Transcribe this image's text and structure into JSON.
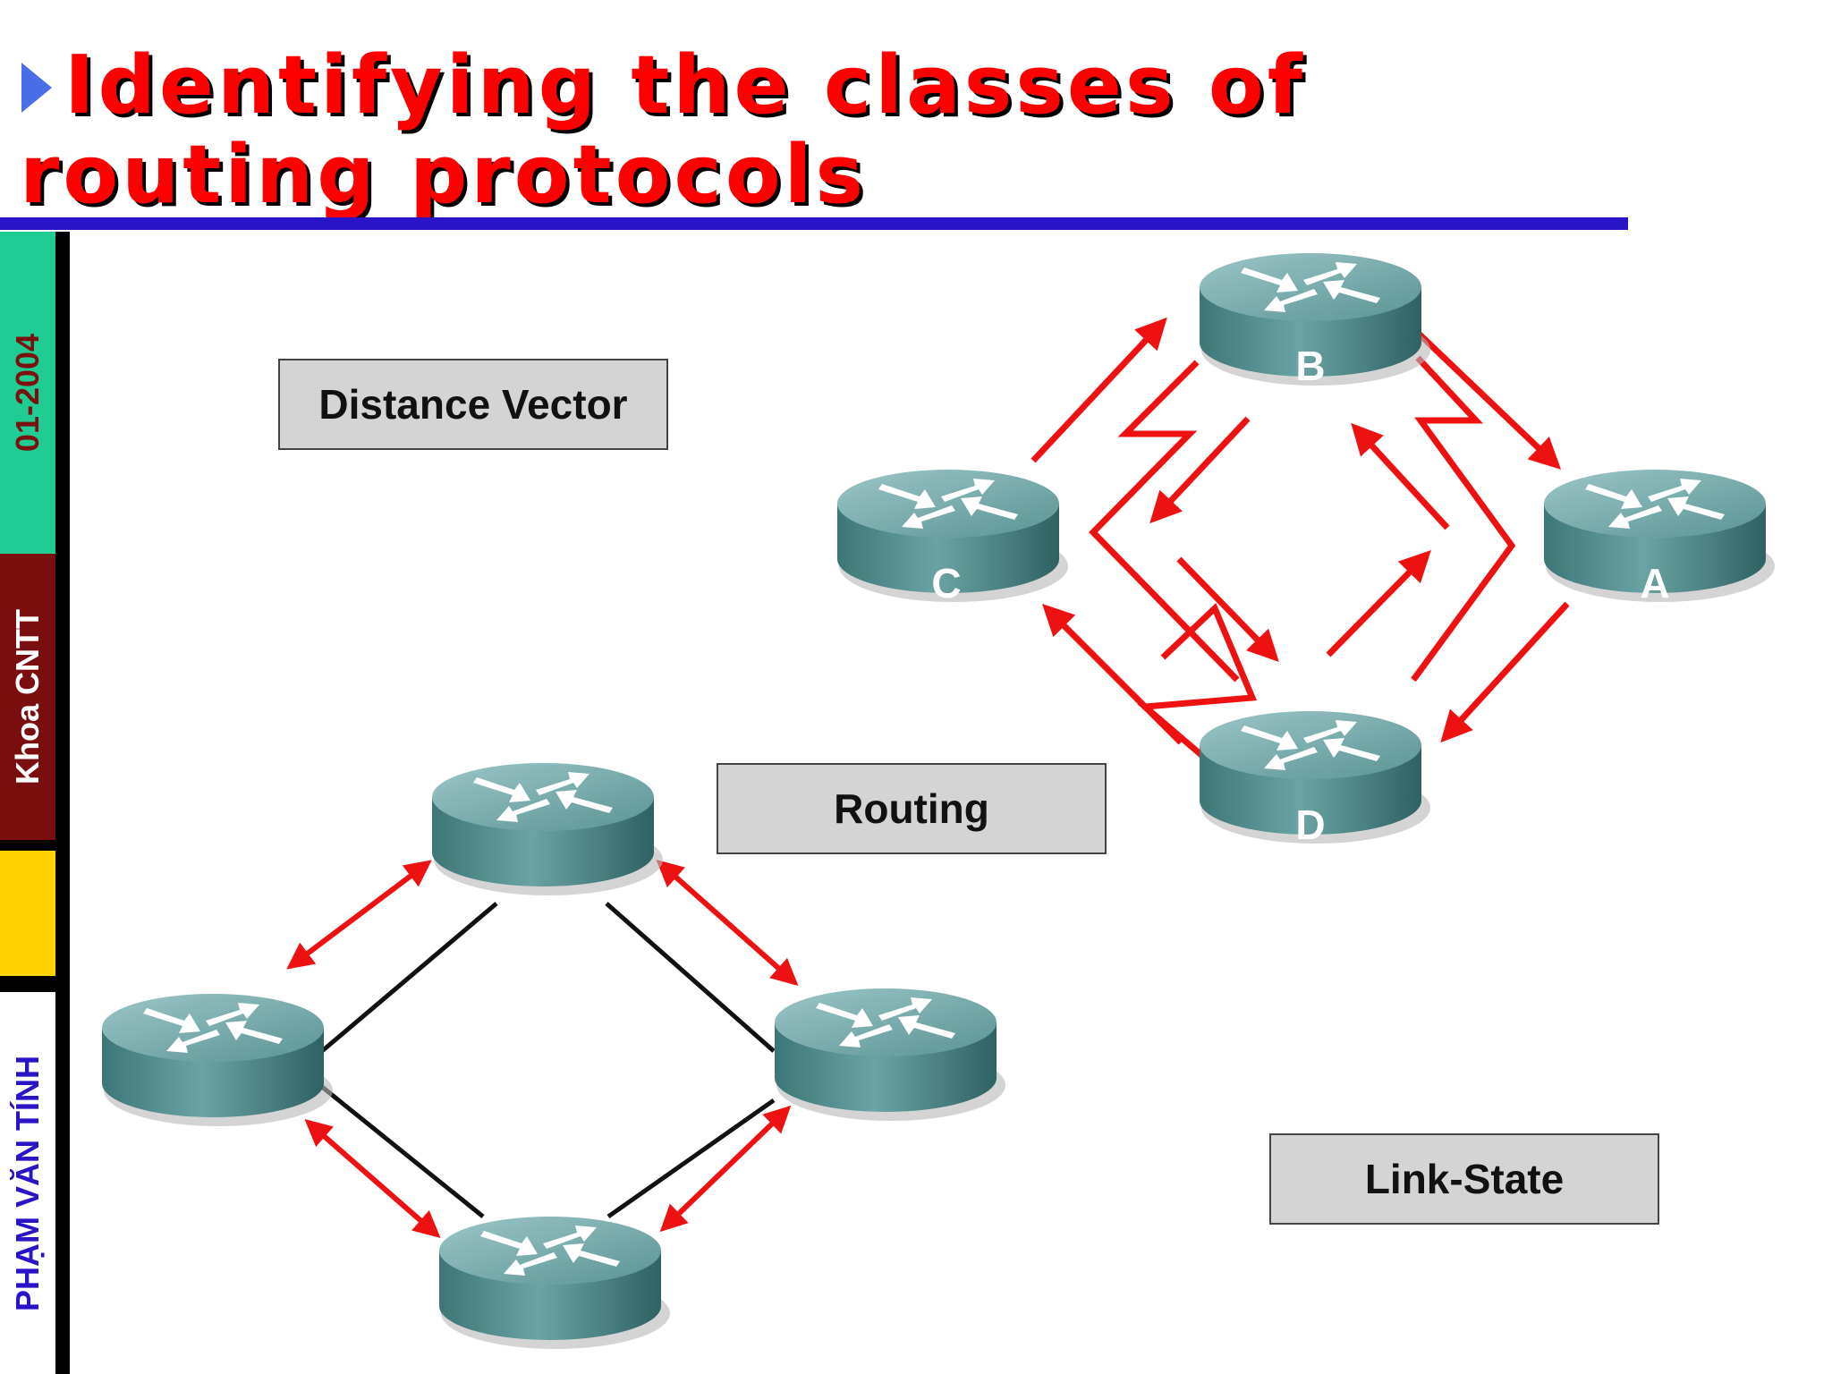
{
  "title": "Identifying the classes of routing protocols",
  "sidebar": {
    "date": "01-2004",
    "department": "Khoa CNTT",
    "author": "PHẠM VĂN TÍNH"
  },
  "labels": {
    "distance_vector": "Distance Vector",
    "routing": "Routing",
    "link_state": "Link-State"
  },
  "routers": {
    "a": "A",
    "b": "B",
    "c": "C",
    "d": "D"
  },
  "colors": {
    "title_text": "#ff0000",
    "title_rule": "#2a14c8",
    "arrow": "#ee1111",
    "router_body": "#4f8c8c",
    "sidebar_green": "#1fcd94",
    "sidebar_maroon": "#7a0d0d",
    "sidebar_yellow": "#ffd200"
  }
}
